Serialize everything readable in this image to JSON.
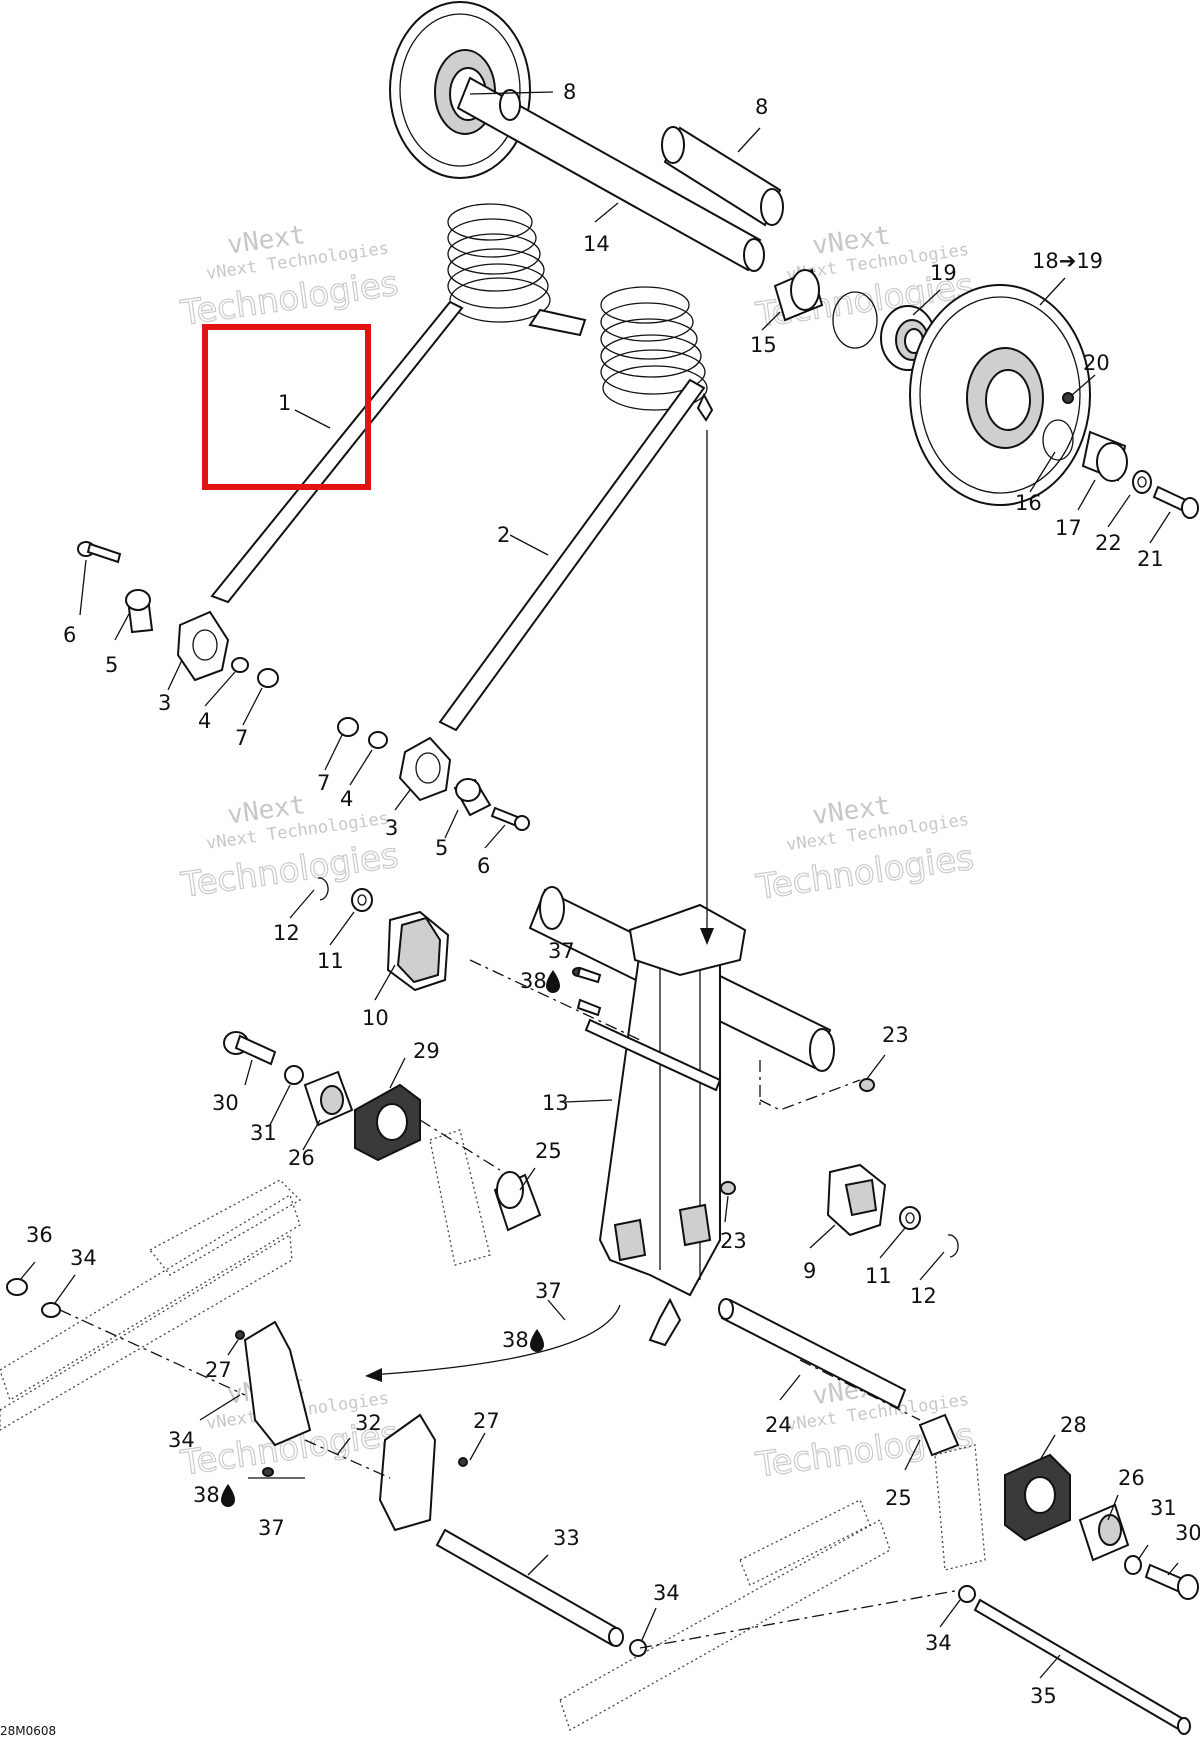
{
  "watermark": {
    "line1": "vNext",
    "line2": "vNext Technologies",
    "line3": "Technologies"
  },
  "drawing_code": "28M0608",
  "callouts": [
    {
      "id": "c8a",
      "text": "8"
    },
    {
      "id": "c8b",
      "text": "8"
    },
    {
      "id": "c14",
      "text": "14"
    },
    {
      "id": "c19",
      "text": "19"
    },
    {
      "id": "c1819",
      "text": "18➔19"
    },
    {
      "id": "c15",
      "text": "15"
    },
    {
      "id": "c20",
      "text": "20"
    },
    {
      "id": "c1",
      "text": "1"
    },
    {
      "id": "c16",
      "text": "16"
    },
    {
      "id": "c17",
      "text": "17"
    },
    {
      "id": "c22",
      "text": "22"
    },
    {
      "id": "c21",
      "text": "21"
    },
    {
      "id": "c2",
      "text": "2"
    },
    {
      "id": "c6a",
      "text": "6"
    },
    {
      "id": "c5a",
      "text": "5"
    },
    {
      "id": "c3a",
      "text": "3"
    },
    {
      "id": "c4a",
      "text": "4"
    },
    {
      "id": "c7a",
      "text": "7"
    },
    {
      "id": "c7b",
      "text": "7"
    },
    {
      "id": "c4b",
      "text": "4"
    },
    {
      "id": "c3b",
      "text": "3"
    },
    {
      "id": "c5b",
      "text": "5"
    },
    {
      "id": "c6b",
      "text": "6"
    },
    {
      "id": "c12a",
      "text": "12"
    },
    {
      "id": "c11a",
      "text": "11"
    },
    {
      "id": "c10",
      "text": "10"
    },
    {
      "id": "c37a",
      "text": "37"
    },
    {
      "id": "c38a",
      "text": "38"
    },
    {
      "id": "c29",
      "text": "29"
    },
    {
      "id": "c23a",
      "text": "23"
    },
    {
      "id": "c30a",
      "text": "30"
    },
    {
      "id": "c13",
      "text": "13"
    },
    {
      "id": "c31a",
      "text": "31"
    },
    {
      "id": "c26a",
      "text": "26"
    },
    {
      "id": "c25a",
      "text": "25"
    },
    {
      "id": "c23b",
      "text": "23"
    },
    {
      "id": "c9",
      "text": "9"
    },
    {
      "id": "c11b",
      "text": "11"
    },
    {
      "id": "c12b",
      "text": "12"
    },
    {
      "id": "c36",
      "text": "36"
    },
    {
      "id": "c34a",
      "text": "34"
    },
    {
      "id": "c37b",
      "text": "37"
    },
    {
      "id": "c38b",
      "text": "38"
    },
    {
      "id": "c27a",
      "text": "27"
    },
    {
      "id": "c34b",
      "text": "34"
    },
    {
      "id": "c32",
      "text": "32"
    },
    {
      "id": "c27b",
      "text": "27"
    },
    {
      "id": "c24",
      "text": "24"
    },
    {
      "id": "c28",
      "text": "28"
    },
    {
      "id": "c26b",
      "text": "26"
    },
    {
      "id": "c31b",
      "text": "31"
    },
    {
      "id": "c30b",
      "text": "30"
    },
    {
      "id": "c25b",
      "text": "25"
    },
    {
      "id": "c38c",
      "text": "38"
    },
    {
      "id": "c37c",
      "text": "37"
    },
    {
      "id": "c33",
      "text": "33"
    },
    {
      "id": "c34c",
      "text": "34"
    },
    {
      "id": "c34d",
      "text": "34"
    },
    {
      "id": "c35",
      "text": "35"
    }
  ]
}
